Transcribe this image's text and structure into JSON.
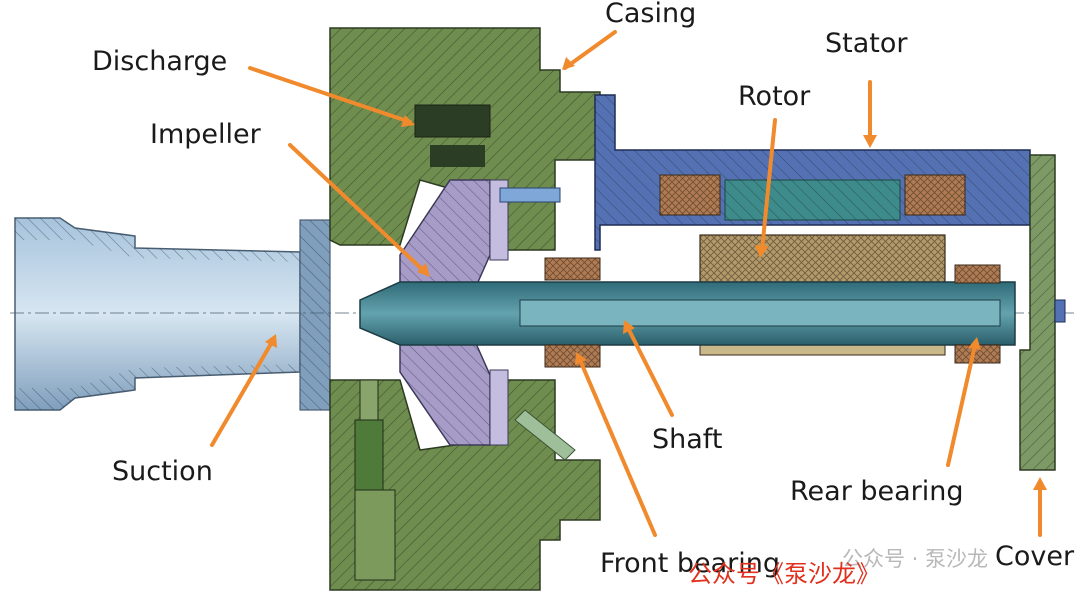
{
  "labels": {
    "casing": "Casing",
    "stator": "Stator",
    "discharge": "Discharge",
    "rotor": "Rotor",
    "impeller": "Impeller",
    "shaft": "Shaft",
    "suction": "Suction",
    "rear_bearing": "Rear bearing",
    "front_bearing": "Front bearing",
    "cover": "Cover"
  },
  "watermark": {
    "account": "公众号《泵沙龙》",
    "source": "公众号 · 泵沙龙"
  },
  "colors": {
    "arrow": "#f08a2c",
    "casing_green": "#6f8d4e",
    "stator_blue": "#5472b3",
    "suction_blue": "#8fb3cf",
    "shaft_teal": "#3e7f8c",
    "impeller_lilac": "#a79cc8",
    "bearing_copper": "#b07a52",
    "cover_green": "#7d9a66"
  }
}
